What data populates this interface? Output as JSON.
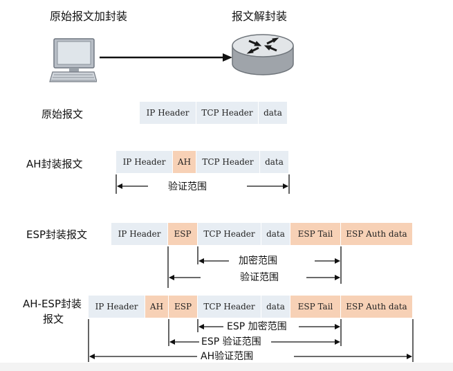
{
  "header": {
    "left_title": "原始报文加封装",
    "right_title": "报文解封装"
  },
  "rows": {
    "original": {
      "label": "原始报文",
      "cells": [
        "IP Header",
        "TCP Header",
        "data"
      ]
    },
    "ah": {
      "label": "AH封装报文",
      "cells": [
        "IP Header",
        "AH",
        "TCP Header",
        "data"
      ],
      "ranges": {
        "auth": "验证范围"
      }
    },
    "esp": {
      "label": "ESP封装报文",
      "cells": [
        "IP Header",
        "ESP",
        "TCP Header",
        "data",
        "ESP Tail",
        "ESP Auth data"
      ],
      "ranges": {
        "encrypt": "加密范围",
        "auth": "验证范围"
      }
    },
    "ah_esp": {
      "label_line1": "AH-ESP封装",
      "label_line2": "报文",
      "cells": [
        "IP Header",
        "AH",
        "ESP",
        "TCP Header",
        "data",
        "ESP Tail",
        "ESP Auth data"
      ],
      "ranges": {
        "esp_encrypt": "ESP 加密范围",
        "esp_auth": "ESP 验证范围",
        "ah_auth": "AH验证范围"
      }
    }
  },
  "colors": {
    "plain_cell": "#e7edf3",
    "highlight_cell": "#f7d1b6"
  },
  "icons": [
    "computer-icon",
    "router-icon"
  ]
}
